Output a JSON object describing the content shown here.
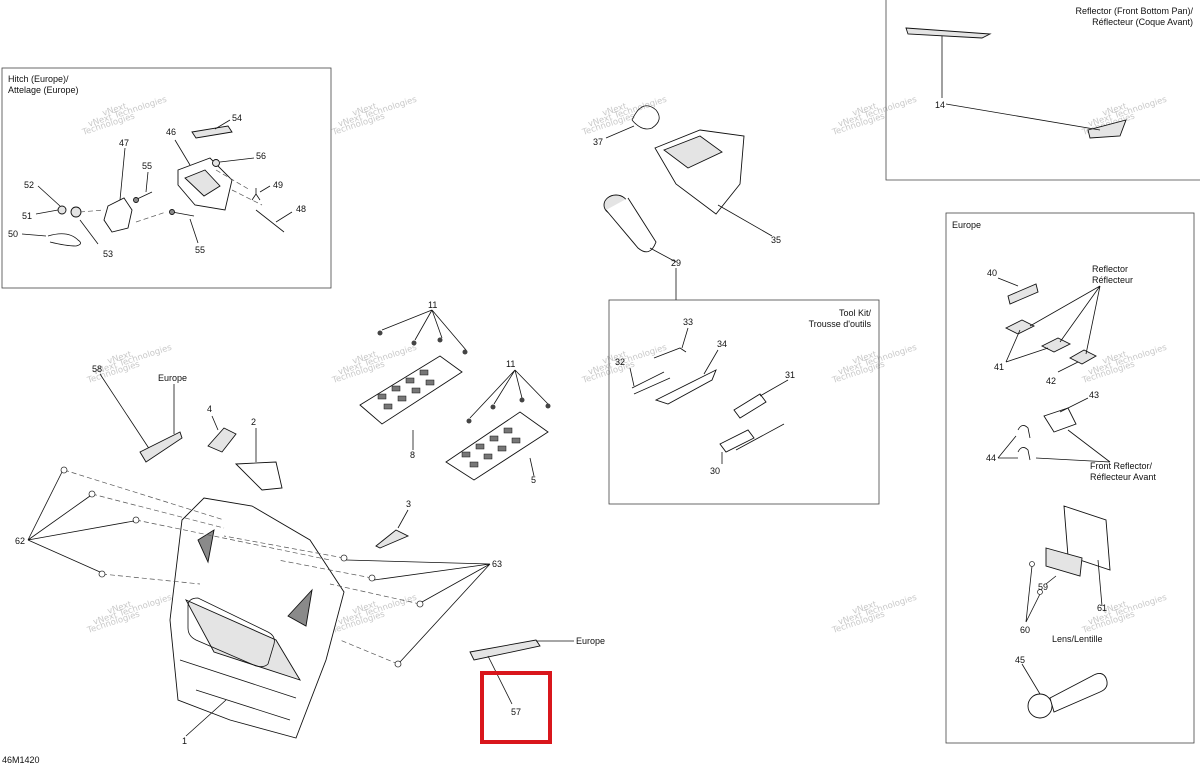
{
  "sections": {
    "hitch": {
      "title_line1": "Hitch (Europe)/",
      "title_line2": "Attelage (Europe)"
    },
    "reflector_front": {
      "title_line1": "Reflector (Front Bottom Pan)/",
      "title_line2": "Réflecteur (Coque Avant)"
    },
    "europe_box": {
      "title": "Europe"
    },
    "tool_kit": {
      "title_line1": "Tool Kit/",
      "title_line2": "Trousse d'outils"
    }
  },
  "annotations": {
    "europe_58": "Europe",
    "europe_57": "Europe",
    "reflector_1": "Reflector",
    "reflector_2": "Réflecteur",
    "front_reflector_1": "Front Reflector/",
    "front_reflector_2": "Réflecteur Avant",
    "lens": "Lens/Lentille"
  },
  "part_numbers": {
    "p1": "1",
    "p2": "2",
    "p3": "3",
    "p4": "4",
    "p5": "5",
    "p8": "8",
    "p11a": "11",
    "p11b": "11",
    "p14": "14",
    "p29": "29",
    "p30": "30",
    "p31": "31",
    "p32": "32",
    "p33": "33",
    "p34": "34",
    "p35": "35",
    "p37": "37",
    "p40": "40",
    "p41": "41",
    "p42": "42",
    "p43": "43",
    "p44": "44",
    "p45": "45",
    "p46": "46",
    "p47": "47",
    "p48": "48",
    "p49": "49",
    "p50": "50",
    "p51": "51",
    "p52": "52",
    "p53": "53",
    "p54": "54",
    "p55a": "55",
    "p55b": "55",
    "p56": "56",
    "p57": "57",
    "p58": "58",
    "p59": "59",
    "p60": "60",
    "p61": "61",
    "p62": "62",
    "p63": "63"
  },
  "watermark": {
    "line1": "vNext",
    "line2": "Technologies",
    "inline": "vNext Technologies"
  },
  "diagram_code": "46M1420",
  "highlight": {
    "color": "#d9161c",
    "target_part": "57"
  }
}
